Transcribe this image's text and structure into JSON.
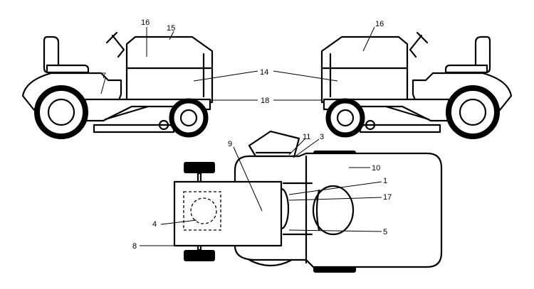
{
  "title": "Decal location diagram",
  "labels": {
    "l16a": "16",
    "l15": "15",
    "l14": "14",
    "l7": "7",
    "l18": "18",
    "l16b": "16",
    "l11": "11",
    "l3": "3",
    "l9": "9",
    "l10": "10",
    "l1": "1",
    "l17": "17",
    "l4": "4",
    "l5": "5",
    "l8": "8"
  }
}
